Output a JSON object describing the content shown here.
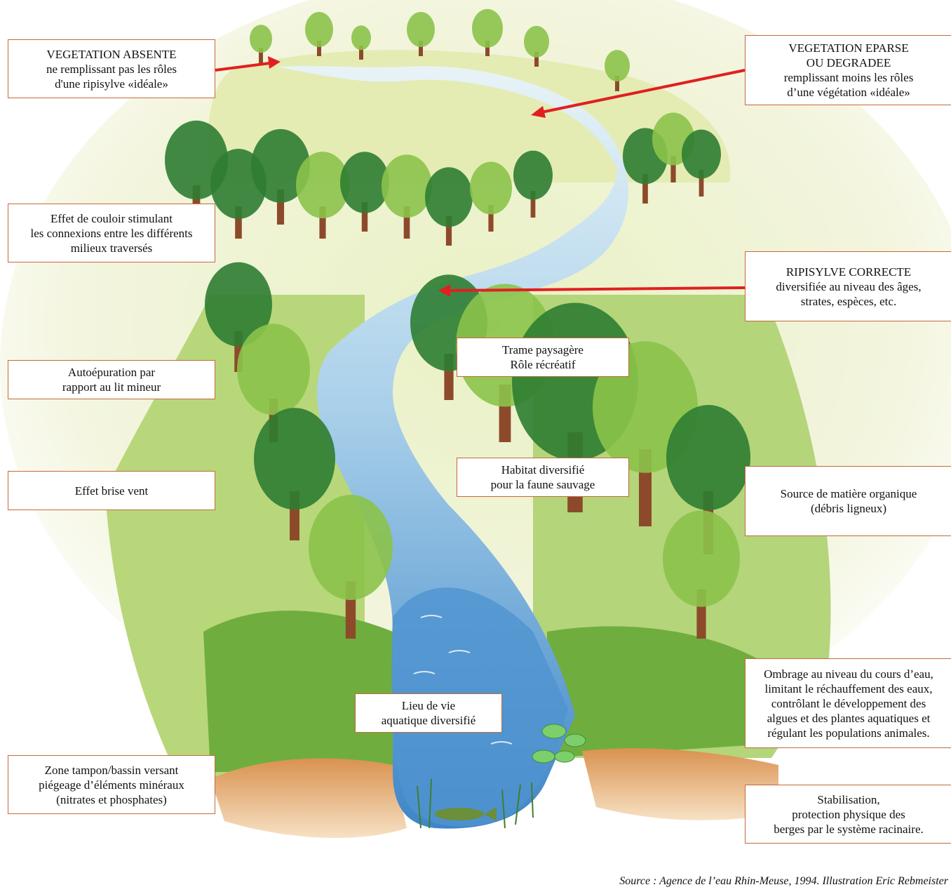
{
  "labels": {
    "vegetation_absente": [
      "VEGETATION ABSENTE",
      "ne remplissant pas les rôles",
      "d'une ripisylve «idéale»"
    ],
    "vegetation_eparse": [
      "VEGETATION EPARSE",
      "OU DEGRADEE",
      "remplissant moins les rôles",
      "d’une végétation «idéale»"
    ],
    "effet_couloir": [
      "Effet de couloir stimulant",
      "les connexions entre les différents",
      "milieux traversés"
    ],
    "ripisylve_correcte": [
      "RIPISYLVE CORRECTE",
      "diversifiée au niveau des âges,",
      "strates, espèces, etc."
    ],
    "trame_paysagere": [
      "Trame paysagère",
      "Rôle récréatif"
    ],
    "autoepuration": [
      "Autoépuration par",
      "rapport au lit mineur"
    ],
    "habitat": [
      "Habitat diversifié",
      "pour la faune sauvage"
    ],
    "brise_vent": [
      "Effet brise vent"
    ],
    "matiere_organique": [
      "Source de matière organique",
      "(débris ligneux)"
    ],
    "ombrage": [
      "Ombrage au niveau du cours d’eau,",
      "limitant le réchauffement des eaux,",
      "contrôlant le développement des",
      "algues et des plantes aquatiques et",
      "régulant les populations animales."
    ],
    "lieu_de_vie": [
      "Lieu de vie",
      "aquatique diversifié"
    ],
    "zone_tampon": [
      "Zone tampon/bassin versant",
      "piégeage d’éléments minéraux",
      "(nitrates et phosphates)"
    ],
    "stabilisation": [
      "Stabilisation,",
      "protection physique des",
      "berges par le système racinaire."
    ]
  },
  "source": "Source : Agence de l’eau Rhin-Meuse, 1994. Illustration Eric Rebmeister",
  "colors": {
    "arrow": "#e02020",
    "box_border": "#c46a3a",
    "water": "#5b9fd6",
    "grass": "#7cb342",
    "tree_dark": "#2e7d32",
    "tree_light": "#8bc34a",
    "soil": "#e7b98a",
    "trunk": "#8d4a2b"
  }
}
